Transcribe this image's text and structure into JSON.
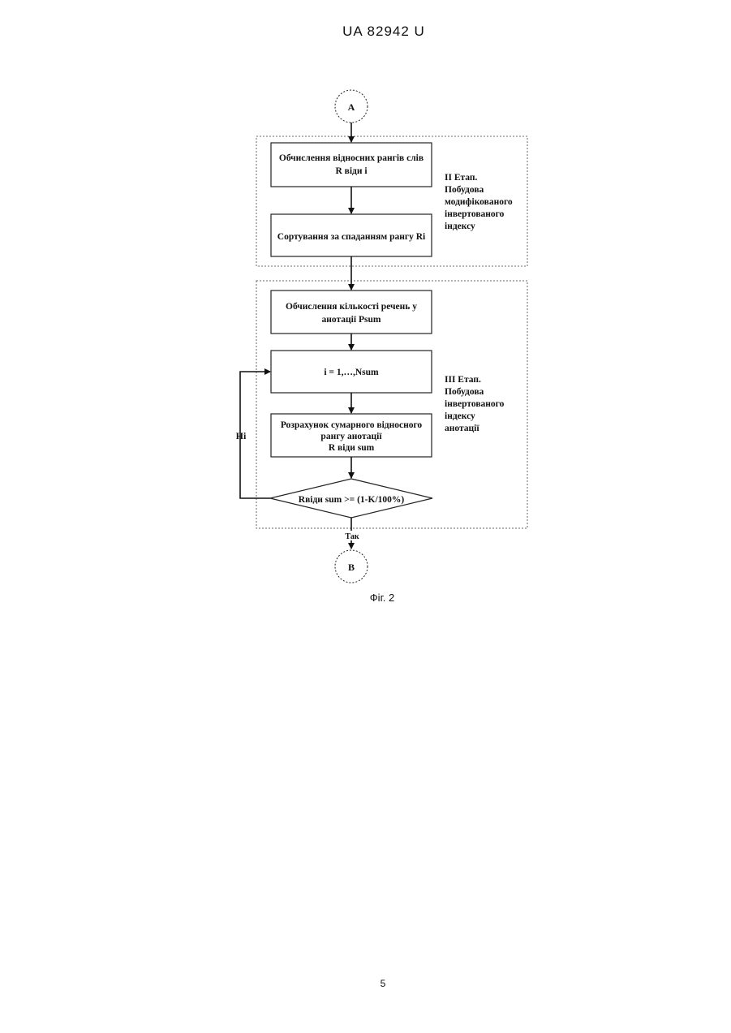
{
  "header": {
    "patent_number": "UA   82942   U"
  },
  "flowchart": {
    "connector_start": "A",
    "connector_end": "B",
    "stage2": {
      "box1_line1": "Обчислення відносних рангів слів",
      "box1_line2": "R віди i",
      "box2": "Сортування за спаданням рангу Ri",
      "label": [
        "II Етап.",
        "Побудова",
        "модифікованого",
        "інвертованого",
        "індексу"
      ]
    },
    "stage3": {
      "box3_line1": "Обчислення кількості речень у",
      "box3_line2": "анотації Psum",
      "box4": "i = 1,…,Nsum",
      "box5_line1": "Розрахунок сумарного відносного",
      "box5_line2": "рангу анотації",
      "box5_line3": "R віди sum",
      "decision": "Rвіди sum >= (1-K/100%)",
      "label": [
        "III Етап.",
        "Побудова",
        "інвертованого",
        "індексу",
        "анотації"
      ]
    },
    "branch_no": "Ні",
    "branch_yes": "Так"
  },
  "figure_caption": "Фіг. 2",
  "page_number": "5"
}
